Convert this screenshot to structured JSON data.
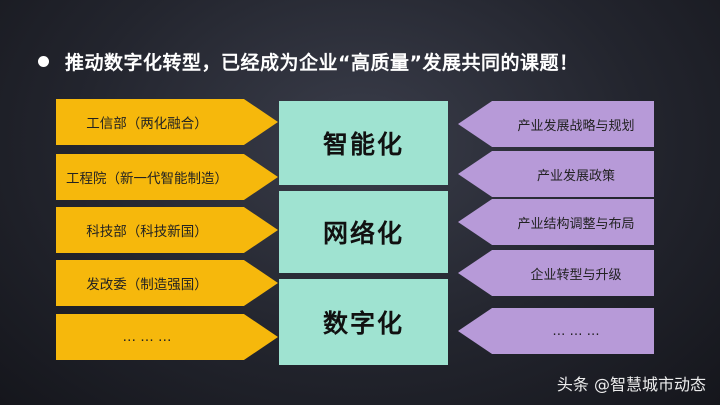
{
  "headline": "推动数字化转型，已经成为企业“高质量”发展共同的课题！",
  "left_items": [
    {
      "label": "工信部（两化融合）"
    },
    {
      "label": "工程院（新一代智能制造）"
    },
    {
      "label": "科技部（科技新国）"
    },
    {
      "label": "发改委（制造强国）"
    },
    {
      "label": "… … …"
    }
  ],
  "center_items": [
    {
      "label": "智能化"
    },
    {
      "label": "网络化"
    },
    {
      "label": "数字化"
    }
  ],
  "right_items": [
    {
      "label": "产业发展战略与规划"
    },
    {
      "label": "产业发展政策"
    },
    {
      "label": "产业结构调整与布局"
    },
    {
      "label": "企业转型与升级"
    },
    {
      "label": "… … …"
    }
  ],
  "watermark": "头条 @智慧城市动态",
  "colors": {
    "left_arrow": "#f6b80c",
    "center_box": "#9fe3d1",
    "right_arrow": "#b79ad8",
    "background": "#23252e"
  }
}
